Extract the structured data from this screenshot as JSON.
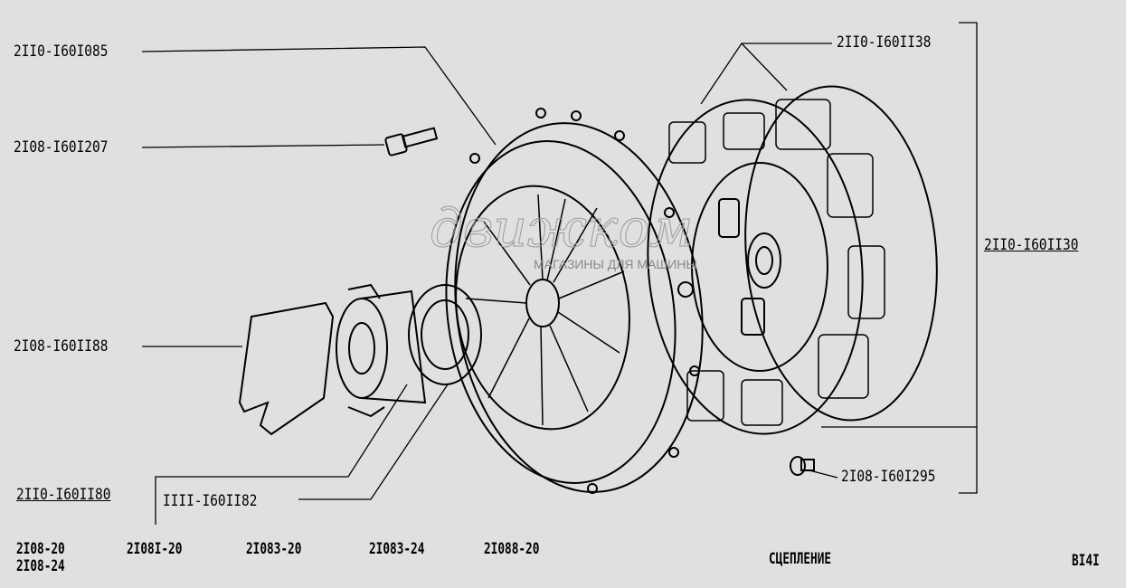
{
  "parts": {
    "pressure_plate": "2II0-I60I085",
    "bolt": "2I08-I60I207",
    "spring_clip": "2I08-I60II88",
    "release_bearing_assembly": "2II0-I60II80",
    "release_bearing": "IIII-I60II82",
    "driven_disc": "2II0-I60II38",
    "clutch_assembly": "2II0-I60II30",
    "rivet": "2I08-I60I295"
  },
  "models": [
    "2I08-20",
    "2I08-24",
    "2I08I-20",
    "2I083-20",
    "2I083-24",
    "2I088-20"
  ],
  "title": "СЦЕПЛЕНИЕ",
  "page_code": "BI4I",
  "watermark": {
    "brand": "движком",
    "tagline": "МАГАЗИНЫ ДЛЯ МАШИНЫ"
  }
}
